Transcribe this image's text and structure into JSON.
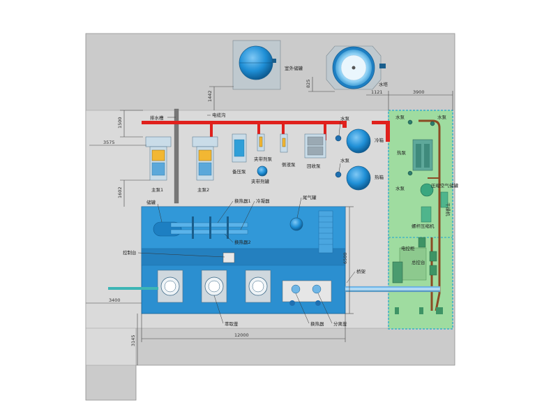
{
  "colors": {
    "floor": "#cbcbcb",
    "room_floor": "#e3e3e3",
    "platform": "#2b8fd0",
    "platform_dark": "#1d6fa8",
    "green_zone": "#9fdca0",
    "green_border": "#36b0c8",
    "cable": "#e0201c",
    "brown_pipe": "#8b4a24",
    "water_pipe": "#4aa6e0"
  },
  "labels": {
    "outdoor_tank": "室外储罐",
    "water_tower": "水塔",
    "drain_tank": "排水槽",
    "cable_trench": "电缆沟",
    "main_pump_1": "主泵1",
    "main_pump_2": "主泵2",
    "standby_pump": "备压泵",
    "chiller_pump": "夹带剂泵",
    "chiller_tank": "夹带剂罐",
    "side_pump": "侧液泵",
    "recovery_pump": "回收泵",
    "water_pump_a": "水泵",
    "water_pump_b": "水泵",
    "cold_tank": "冷箱",
    "hot_tank": "热箱",
    "storage_tank": "储罐",
    "heat_exchanger_1": "换热器1",
    "condenser": "冷凝器",
    "heat_exchanger_2": "换热器2",
    "tail_gas_tank": "尾气罐",
    "control_desk": "控制台",
    "bridge": "桥架",
    "extraction_kettle": "萃取釜",
    "heat_exchanger": "换热器",
    "separation_kettle": "分离釜",
    "green_pump_1": "水泵",
    "green_pump_2": "水泵",
    "green_pump_3": "水泵",
    "heat_pump": "热泵",
    "compressed_air_tank": "压缩空气储罐",
    "dryer": "干燥机",
    "screw_compressor": "螺杆压缩机",
    "electric_cabinet": "电控柜",
    "main_control_cabinet": "总控台"
  },
  "dimensions": {
    "d_1442": "1442",
    "d_825": "825",
    "d_1121": "1121",
    "d_3900": "3900",
    "d_1500": "1500",
    "d_3575": "3575",
    "d_1602": "1602",
    "d_6500": "6500",
    "d_3400": "3400",
    "d_3145": "3145",
    "d_12000": "12000"
  }
}
